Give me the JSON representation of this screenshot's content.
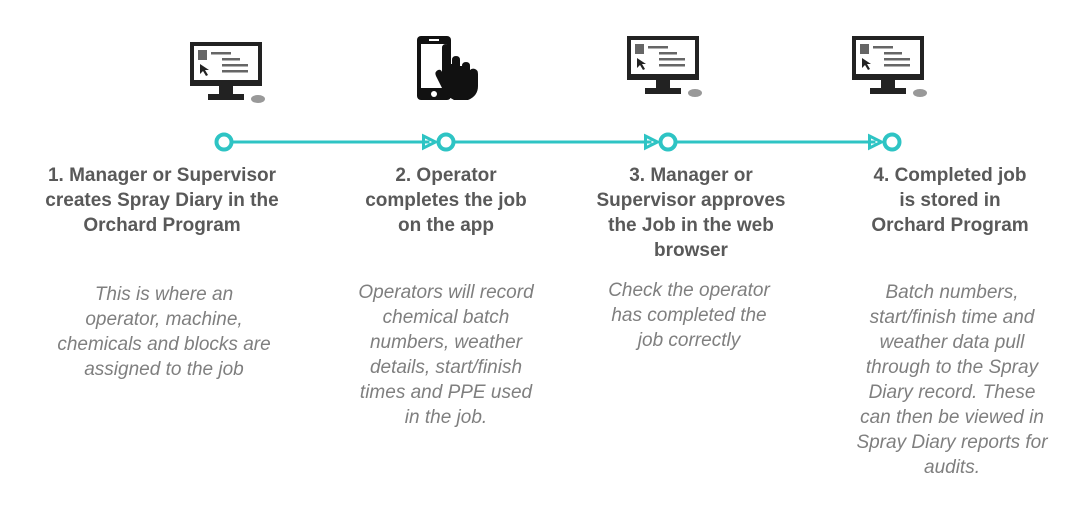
{
  "colors": {
    "accent": "#2ec4c4",
    "title": "#595959",
    "description": "#7f7f7f"
  },
  "steps": [
    {
      "icon": "desktop-monitor-icon",
      "title_lines": [
        "1. Manager or Supervisor",
        "creates Spray Diary in the",
        "Orchard Program"
      ],
      "description_lines": [
        "This is where an",
        "operator, machine,",
        "chemicals and blocks are",
        "assigned to the job"
      ]
    },
    {
      "icon": "smartphone-touch-icon",
      "title_lines": [
        "2. Operator",
        "completes the job",
        "on the app"
      ],
      "description_lines": [
        "Operators will record",
        "chemical batch",
        "numbers, weather",
        "details, start/finish",
        "times and PPE used",
        "in the job."
      ]
    },
    {
      "icon": "desktop-monitor-icon",
      "title_lines": [
        "3. Manager or",
        "Supervisor approves",
        "the Job in the web",
        "browser"
      ],
      "description_lines": [
        "Check the operator",
        "has completed the",
        "job correctly"
      ]
    },
    {
      "icon": "desktop-monitor-icon",
      "title_lines": [
        "4. Completed job",
        "is stored in",
        "Orchard Program"
      ],
      "description_lines": [
        "Batch numbers,",
        "start/finish time and",
        "weather data pull",
        "through to the Spray",
        "Diary record. These",
        "can then be viewed in",
        "Spray Diary reports for",
        "audits."
      ]
    }
  ]
}
